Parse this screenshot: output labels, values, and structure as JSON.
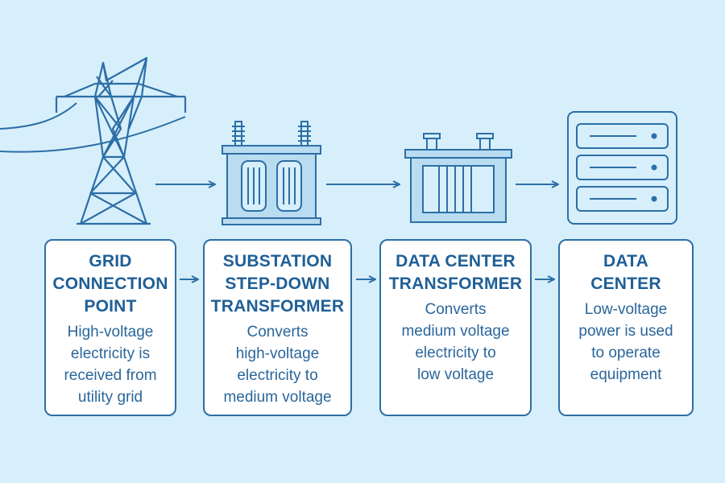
{
  "colors": {
    "background": "#d6effb",
    "stroke": "#2d6ea6",
    "fill_light": "#b9dcf1",
    "box_fill": "#ffffff",
    "text": "#1f5f96"
  },
  "stages": [
    {
      "title": "GRID\nCONNECTION\nPOINT",
      "desc": "High-voltage\nelectricity is\nreceived from\nutility grid",
      "icon": "transmission-tower-icon"
    },
    {
      "title": "SUBSTATION\nSTEP-DOWN\nTRANSFORMER",
      "desc": "Converts\nhigh-voltage\nelectricity to\nmedium voltage",
      "icon": "substation-transformer-icon"
    },
    {
      "title": "DATA CENTER\nTRANSFORMER",
      "desc": "Converts\nmedium voltage\nelectricity to\nlow voltage",
      "icon": "data-center-transformer-icon"
    },
    {
      "title": "DATA\nCENTER",
      "desc": "Low-voltage\npower is used\nto operate\nequipment",
      "icon": "server-rack-icon"
    }
  ]
}
